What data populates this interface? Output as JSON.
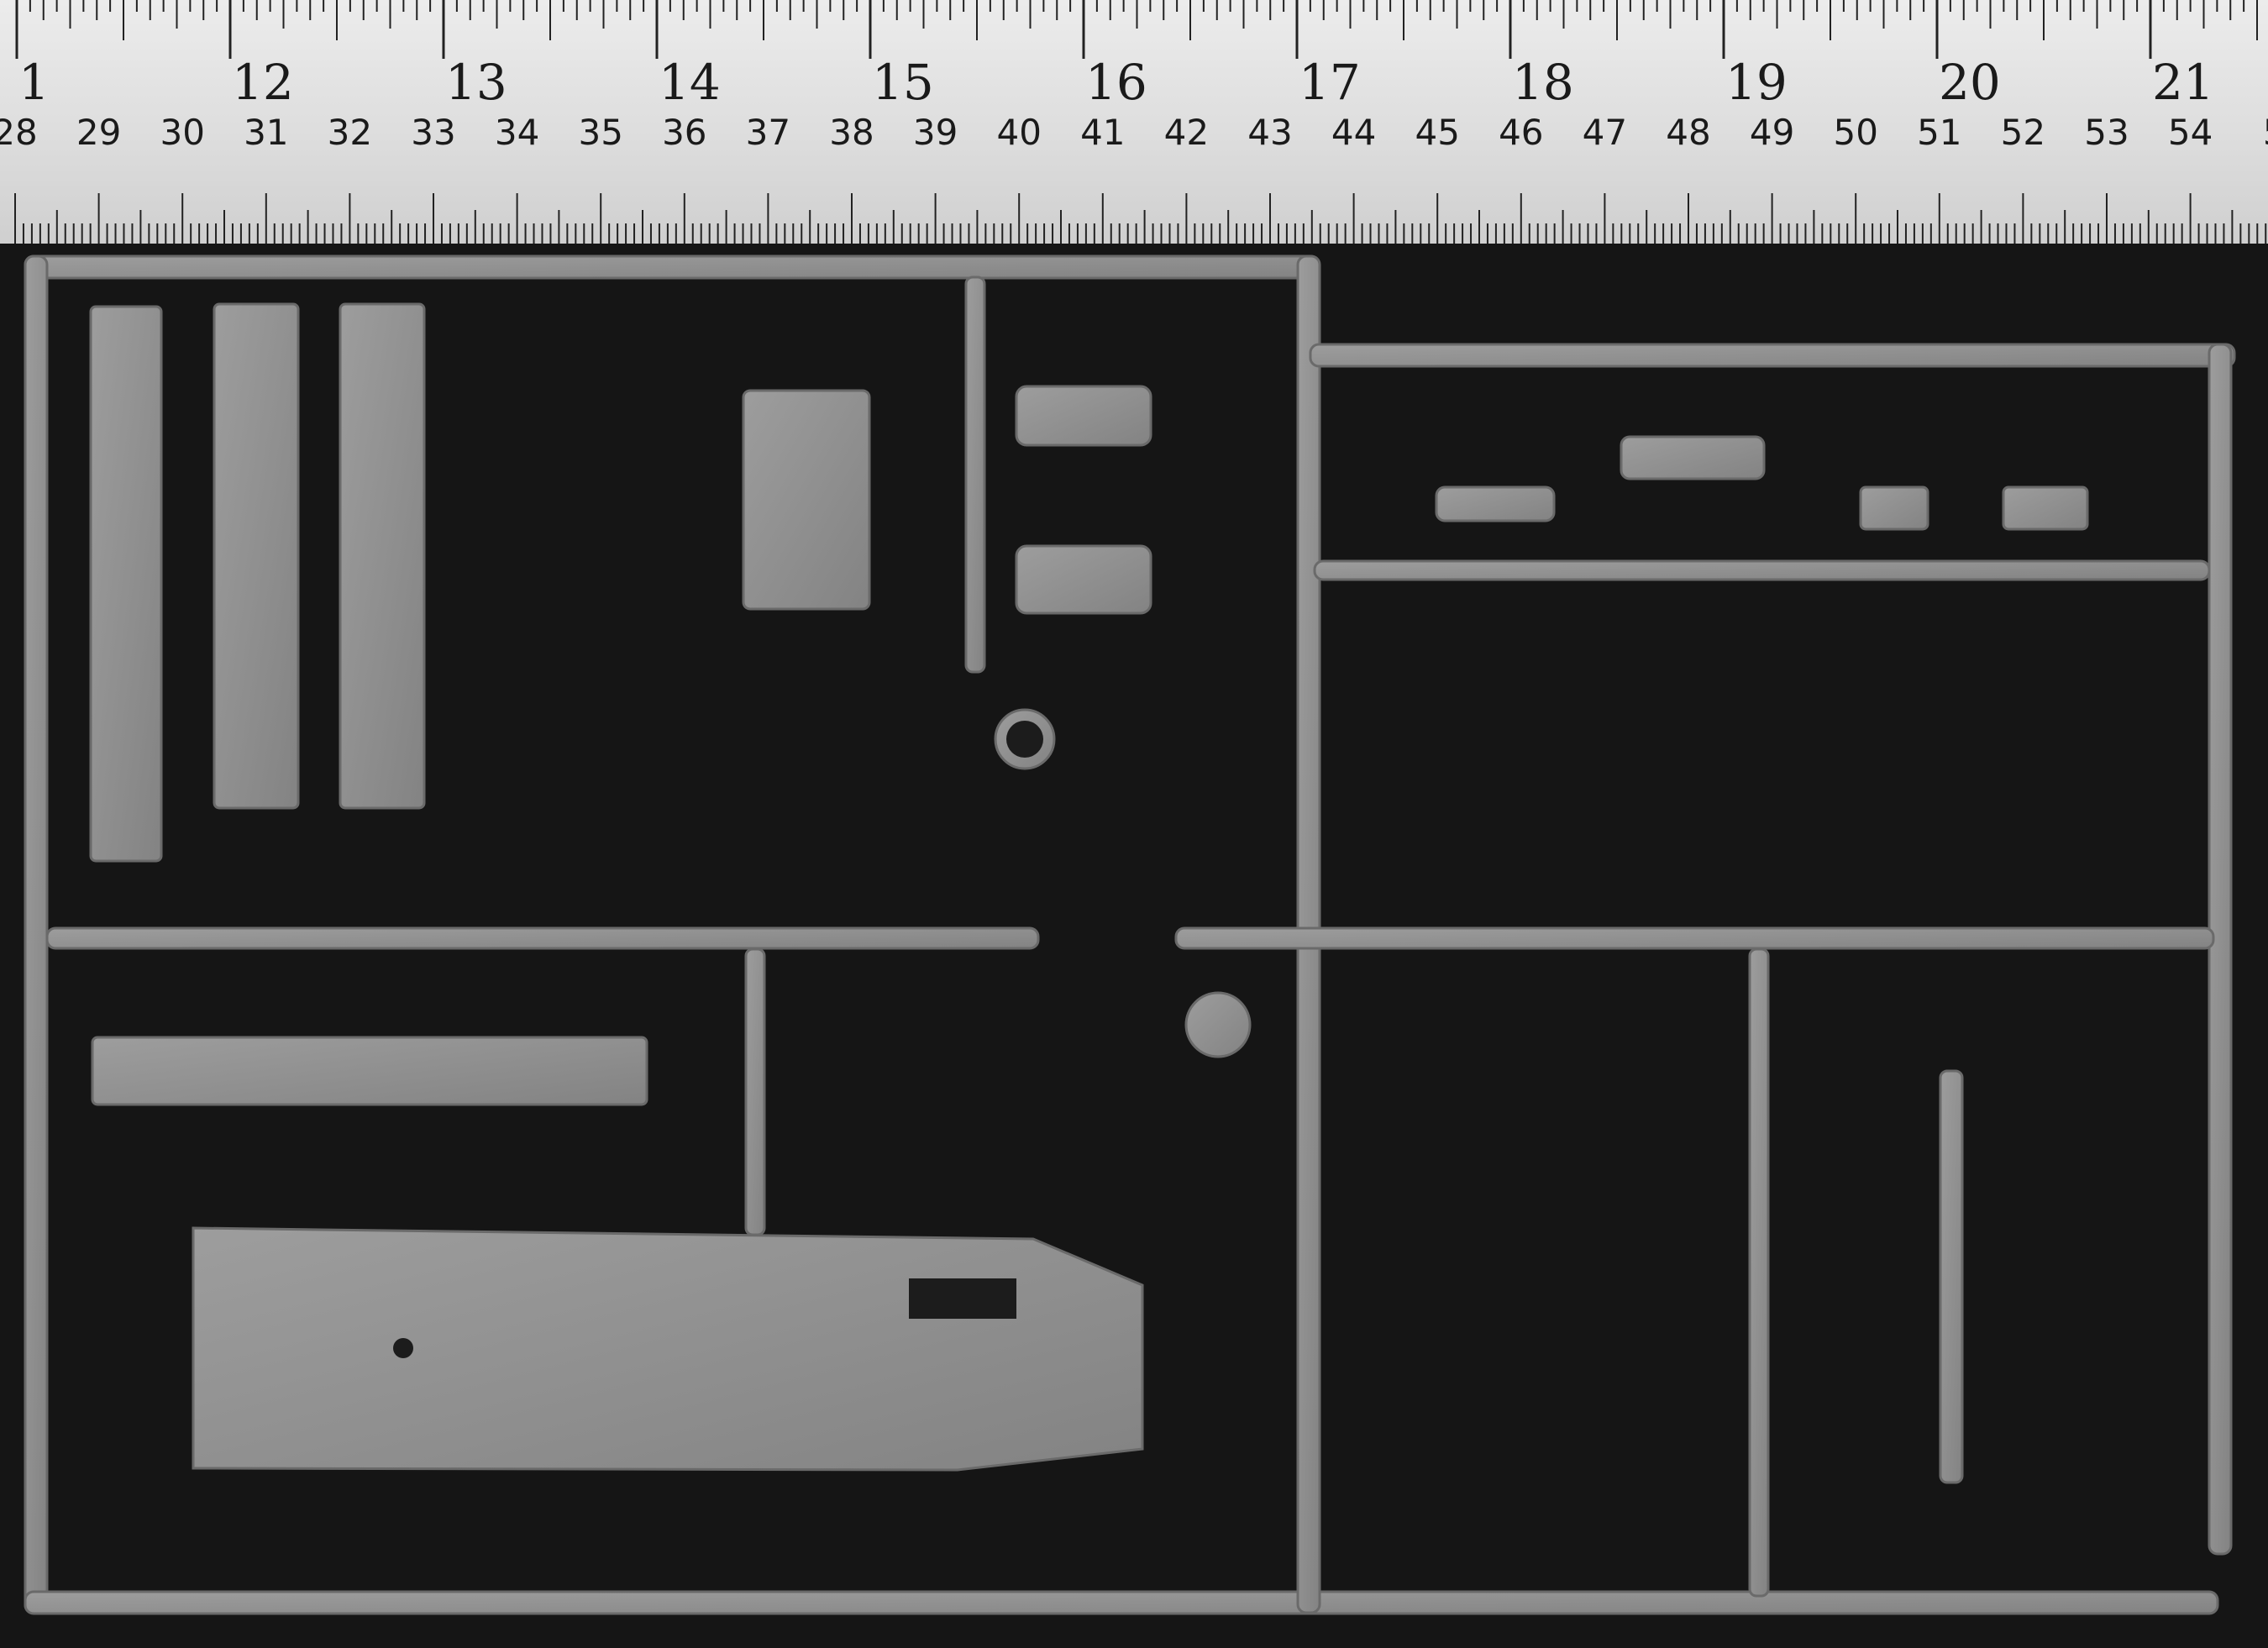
{
  "ruler": {
    "inch_marks": [
      "1",
      "12",
      "13",
      "14",
      "15",
      "16",
      "17",
      "18",
      "19",
      "20",
      "21"
    ],
    "cm_marks": [
      "28",
      "29",
      "30",
      "31",
      "32",
      "33",
      "34",
      "35",
      "36",
      "37",
      "38",
      "39",
      "40",
      "41",
      "42",
      "43",
      "44",
      "45",
      "46",
      "47",
      "48",
      "49",
      "50",
      "51",
      "52",
      "53",
      "54",
      "5"
    ]
  },
  "colors": {
    "background": "#151515",
    "plastic": "#8f8f8f",
    "ruler": "#e4e4e4"
  }
}
